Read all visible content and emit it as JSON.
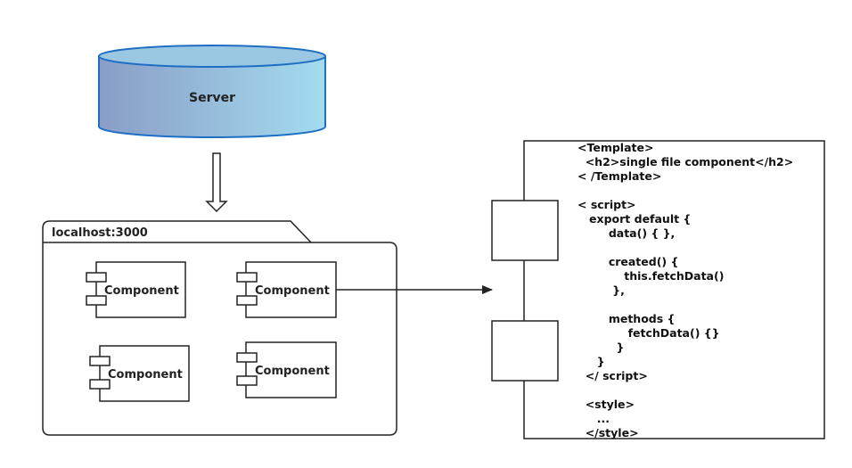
{
  "server": {
    "label": "Server"
  },
  "package": {
    "label": "localhost:3000"
  },
  "components": [
    {
      "label": "Component"
    },
    {
      "label": "Component"
    },
    {
      "label": "Component"
    },
    {
      "label": "Component"
    }
  ],
  "code_lines": [
    "<Template>",
    "  <h2>single file component</h2>",
    "< /Template>",
    "",
    "< script>",
    "   export default {",
    "        data() { },",
    "",
    "        created() {",
    "            this.fetchData()",
    "         },",
    "",
    "        methods {",
    "             fetchData() {}",
    "          }",
    "     }",
    "  </ script>",
    "",
    "  <style>",
    "     ...",
    "  </style>"
  ],
  "colors": {
    "server_gradient_start": "#8a9dc6",
    "server_gradient_end": "#a3dcef",
    "server_top": "#9ac8e2",
    "server_stroke": "#1e6fc3",
    "stroke": "#222222"
  }
}
